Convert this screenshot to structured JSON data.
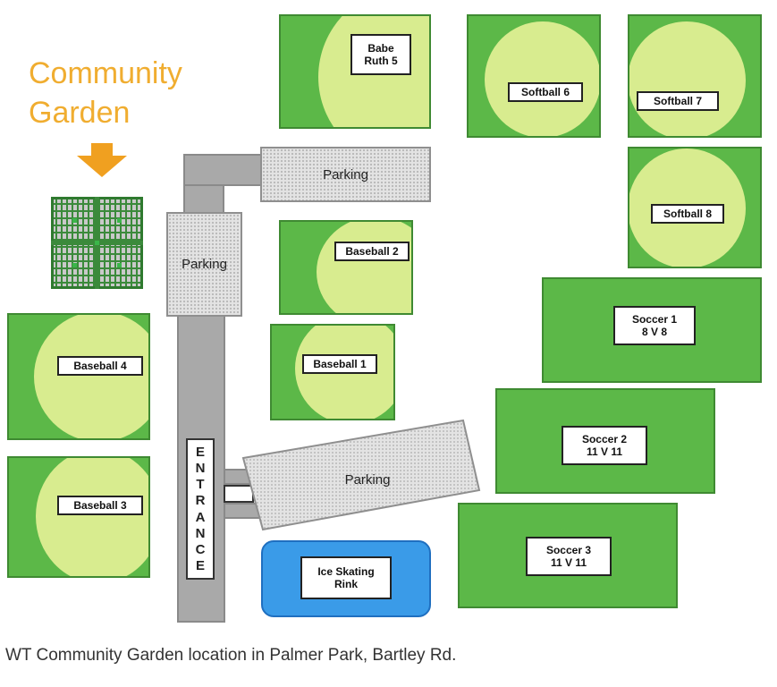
{
  "garden": {
    "title_line1": "Community",
    "title_line2": "Garden"
  },
  "fields": {
    "babe_ruth_5": {
      "line1": "Babe",
      "line2": "Ruth 5"
    },
    "softball_6": "Softball 6",
    "softball_7": "Softball 7",
    "softball_8": "Softball 8",
    "baseball_2": "Baseball 2",
    "baseball_4": "Baseball 4",
    "baseball_1": "Baseball 1",
    "baseball_3": "Baseball 3",
    "soccer_1": {
      "line1": "Soccer 1",
      "line2": "8 V 8"
    },
    "soccer_2": {
      "line1": "Soccer 2",
      "line2": "11 V 11"
    },
    "soccer_3": {
      "line1": "Soccer 3",
      "line2": "11 V 11"
    },
    "ice_rink": {
      "line1": "Ice Skating",
      "line2": "Rink"
    }
  },
  "parking": {
    "top": "Parking",
    "left": "Parking",
    "bottom": "Parking"
  },
  "entrance_letters": [
    "E",
    "N",
    "T",
    "R",
    "A",
    "N",
    "C",
    "E"
  ],
  "caption": "WT Community Garden location in Palmer Park, Bartley Rd.",
  "colors": {
    "field_green": "#5cb848",
    "field_circle": "#d8ec8f",
    "garden_title": "#f0ad30",
    "arrow": "#f0a020",
    "rink_blue": "#3a9be8"
  }
}
